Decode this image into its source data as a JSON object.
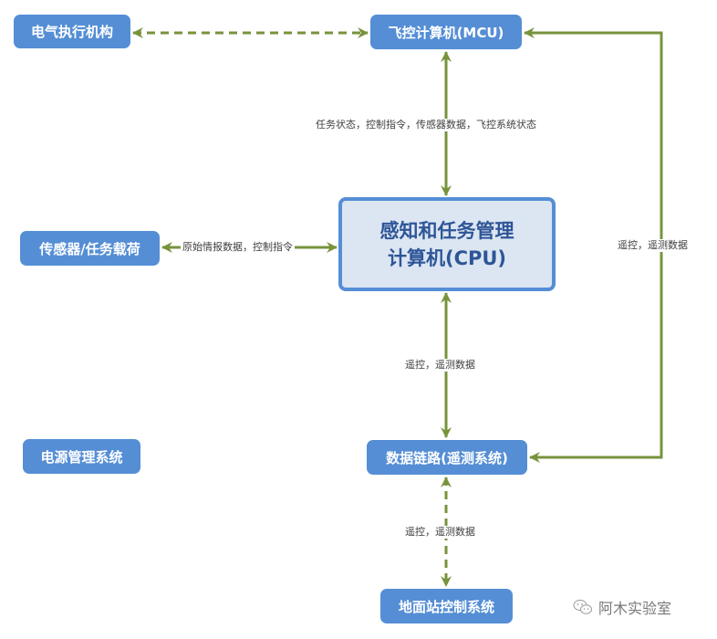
{
  "diagram": {
    "title": "",
    "colors": {
      "node_fill": "#558ed5",
      "main_node_fill": "#dce6f2",
      "main_node_text": "#2e5597",
      "connector": "#77933c",
      "label_text": "#404040"
    },
    "nodes": {
      "electric_actuator": "电气执行机构",
      "mcu": "飞控计算机(MCU)",
      "sensor_payload": "传感器/任务载荷",
      "cpu_line1": "感知和任务管理",
      "cpu_line2": "计算机(CPU)",
      "power": "电源管理系统",
      "datalink": "数据链路(遥测系统)",
      "ground_station": "地面站控制系统"
    },
    "edges": [
      {
        "from": "electric_actuator",
        "to": "mcu",
        "style": "dashed",
        "direction": "both",
        "label": ""
      },
      {
        "from": "mcu",
        "to": "cpu",
        "style": "solid",
        "direction": "both",
        "label": "任务状态，控制指令，传感器数据，飞控系统状态"
      },
      {
        "from": "sensor_payload",
        "to": "cpu",
        "style": "solid",
        "direction": "both",
        "label": "原始情报数据，控制指令"
      },
      {
        "from": "cpu",
        "to": "datalink",
        "style": "solid",
        "direction": "both",
        "label": "遥控，遥测数据"
      },
      {
        "from": "mcu",
        "to": "datalink",
        "style": "solid",
        "direction": "both",
        "label": "遥控，遥测数据"
      },
      {
        "from": "datalink",
        "to": "ground_station",
        "style": "dashed",
        "direction": "both",
        "label": "遥控，遥测数据"
      }
    ],
    "labels": {
      "mcu_cpu": "任务状态，控制指令，传感器数据，飞控系统状态",
      "sensor_cpu": "原始情报数据，控制指令",
      "mcu_datalink": "遥控，遥测数据",
      "cpu_datalink": "遥控，遥测数据",
      "datalink_ground": "遥控，遥测数据"
    }
  },
  "watermark": {
    "icon": "wechat-icon",
    "text": "阿木实验室"
  }
}
